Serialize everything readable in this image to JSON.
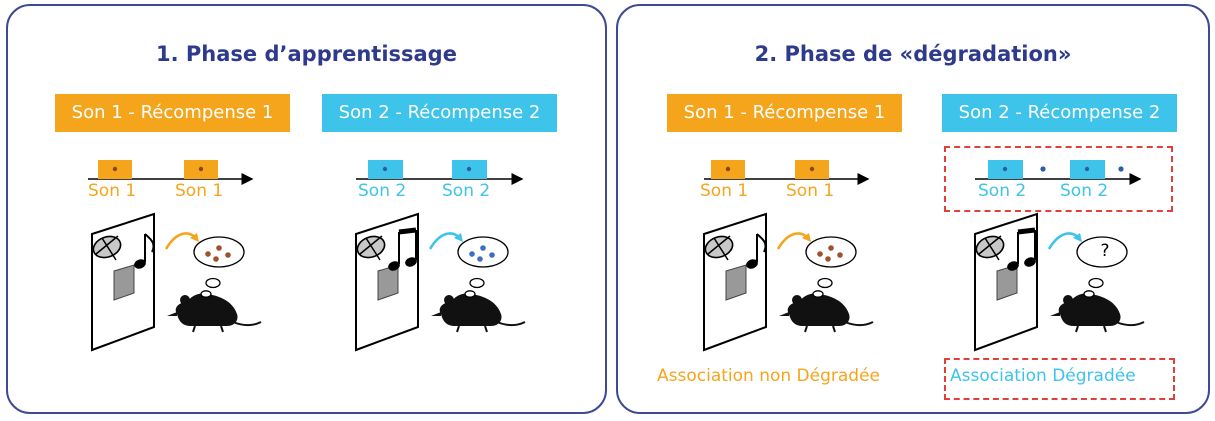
{
  "panels": [
    {
      "title": "1. Phase d’apprentissage",
      "conditions": [
        {
          "label": "Son 1 - Récompense 1",
          "color": "#f5a51c",
          "tone_labels": [
            "Son 1",
            "Son 1"
          ]
        },
        {
          "label": "Son 2 - Récompense 2",
          "color": "#3ec3ea",
          "tone_labels": [
            "Son 2",
            "Son 2"
          ]
        }
      ]
    },
    {
      "title": "2. Phase de «dégradation»",
      "conditions": [
        {
          "label": "Son 1 - Récompense 1",
          "color": "#f5a51c",
          "tone_labels": [
            "Son 1",
            "Son 1"
          ],
          "outcome": "Association non Dégradée"
        },
        {
          "label": "Son 2 - Récompense 2",
          "color": "#3ec3ea",
          "tone_labels": [
            "Son 2",
            "Son 2"
          ],
          "outcome": "Association Dégradée",
          "thought": "?"
        }
      ]
    }
  ],
  "colors": {
    "frame": "#3f4a94",
    "title": "#2e3a8c",
    "orange": "#f5a51c",
    "blue": "#3ec3ea",
    "dashed": "#e0403a",
    "pellet_brown": "#a0522d",
    "pellet_blue": "#3a6fc4"
  },
  "icons": [
    "music-note-icon",
    "speaker-icon",
    "rat-icon",
    "thought-bubble-icon",
    "reward-pellet-icon"
  ]
}
